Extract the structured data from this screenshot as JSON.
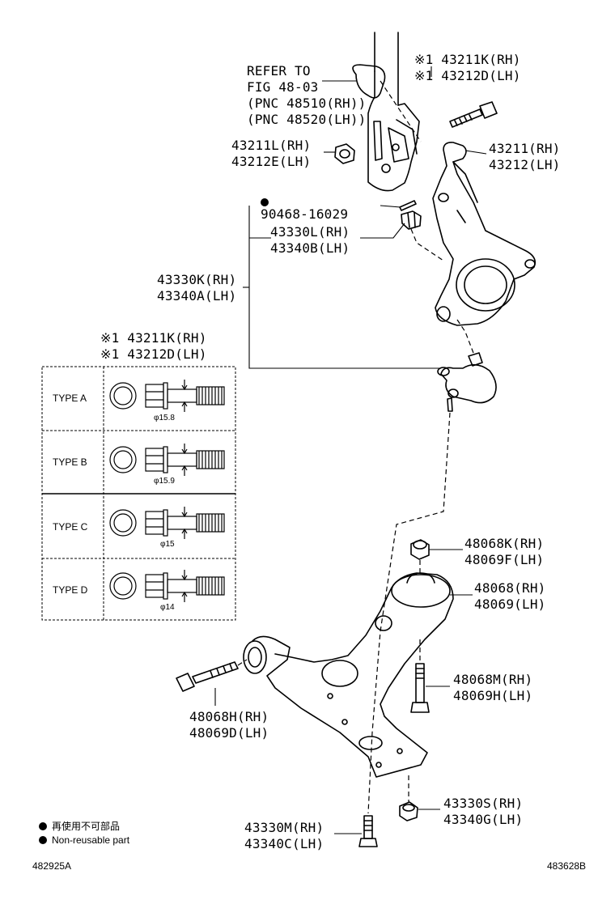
{
  "labels": {
    "refer": [
      "REFER TO",
      "FIG 48-03",
      "(PNC 48510(RH))",
      "(PNC 48520(LH))"
    ],
    "bolt_top": [
      "※1 43211K(RH)",
      "※1 43212D(LH)"
    ],
    "nut_43211L": [
      "43211L(RH)",
      "43212E(LH)"
    ],
    "knuckle": [
      "43211(RH)",
      "43212(LH)"
    ],
    "pin_90468": "90468-16029",
    "nut_43330L": [
      "43330L(RH)",
      "43340B(LH)"
    ],
    "joint_43330K": [
      "43330K(RH)",
      "43340A(LH)"
    ],
    "bolt_table_title": [
      "※1 43211K(RH)",
      "※1 43212D(LH)"
    ],
    "nut_48068K": [
      "48068K(RH)",
      "48069F(LH)"
    ],
    "arm_48068": [
      "48068(RH)",
      "48069(LH)"
    ],
    "bolt_48068M": [
      "48068M(RH)",
      "48069H(LH)"
    ],
    "bolt_48068H": [
      "48068H(RH)",
      "48069D(LH)"
    ],
    "nut_43330S": [
      "43330S(RH)",
      "43340G(LH)"
    ],
    "bolt_43330M": [
      "43330M(RH)",
      "43340C(LH)"
    ]
  },
  "bolt_types": [
    {
      "name": "TYPE A",
      "dia": "φ15.8"
    },
    {
      "name": "TYPE B",
      "dia": "φ15.9"
    },
    {
      "name": "TYPE C",
      "dia": "φ15"
    },
    {
      "name": "TYPE D",
      "dia": "φ14"
    }
  ],
  "legend": {
    "jp": "再使用不可部品",
    "en": "Non-reusable part"
  },
  "footer": {
    "left": "482925A",
    "right": "483628B"
  }
}
